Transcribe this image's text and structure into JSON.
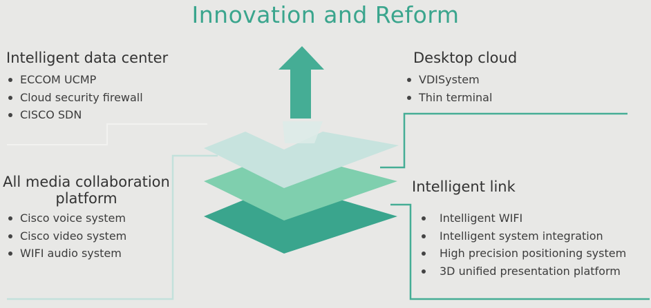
{
  "title": "Innovation and Reform",
  "sections": {
    "data_center": {
      "heading": "Intelligent data center",
      "items": [
        "ECCOM UCMP",
        "Cloud security firewall",
        "CISCO SDN"
      ]
    },
    "desktop_cloud": {
      "heading": "Desktop cloud",
      "items": [
        "VDISystem",
        "Thin terminal"
      ]
    },
    "media_collab": {
      "heading_line1": "All media collaboration",
      "heading_line2": "platform",
      "items": [
        "Cisco voice system",
        "Cisco video system",
        "WIFI audio system"
      ]
    },
    "intelligent_link": {
      "heading": "Intelligent link",
      "items": [
        "Intelligent WIFI",
        "Intelligent system integration",
        "High precision positioning system",
        "3D unified presentation platform"
      ]
    }
  },
  "colors": {
    "title": "#3aa58d",
    "arrow": "#45ad95",
    "layer_top": "#c7e3de",
    "layer_mid": "#7fcfae",
    "layer_bottom": "#3aa58d",
    "line_light": "#c3e1db",
    "line_dark": "#45ad95",
    "background": "#e8e8e6"
  }
}
